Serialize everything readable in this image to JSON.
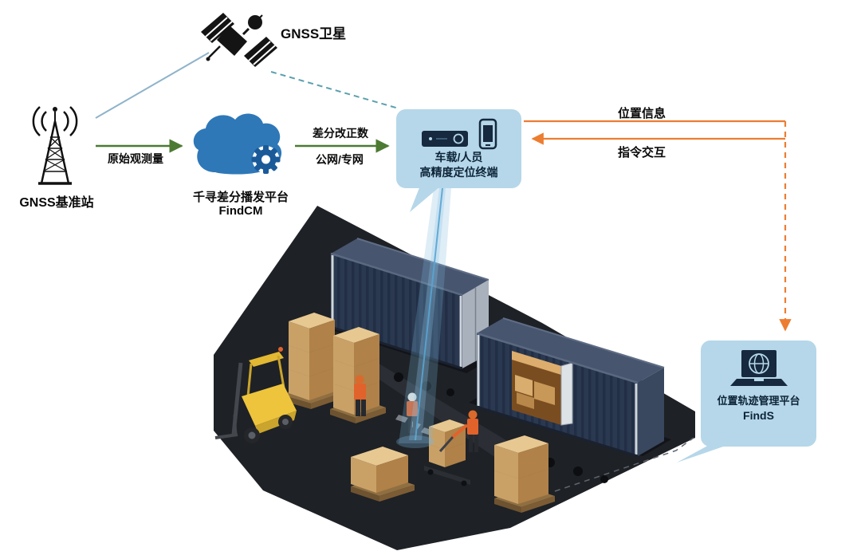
{
  "diagram": {
    "satellite": {
      "label": "GNSS卫星"
    },
    "base_station": {
      "label": "GNSS基准站"
    },
    "cloud_platform": {
      "title": "千寻差分播发平台",
      "subtitle": "FindCM"
    },
    "flows": {
      "raw_observation": "原始观测量",
      "correction_data": "差分改正数",
      "network": "公网/专网",
      "position_info": "位置信息",
      "command_interaction": "指令交互"
    },
    "terminal_panel": {
      "line1": "车载/人员",
      "line2": "高精度定位终端"
    },
    "management_panel": {
      "title": "位置轨迹管理平台",
      "subtitle": "FindS"
    }
  },
  "icons": {
    "satellite": "satellite-icon",
    "base_station": "radio-tower-icon",
    "cloud": "cloud-gear-icon",
    "receiver": "receiver-box-icon",
    "phone": "smartphone-icon",
    "laptop": "laptop-globe-icon"
  },
  "colors": {
    "flow_green": "#4c7a33",
    "flow_orange": "#ed7d31",
    "panel_blue": "#b5d7e9",
    "panel_text": "#0d2337",
    "cloud_blue": "#2e78b8",
    "satellite_link_solid": "#8fb3cb",
    "satellite_link_dashed": "#5aa0ae",
    "beam_blue": "#58a5d3",
    "scene_ground": "#1e2126",
    "container_navy": "#2b3950",
    "carton_tan": "#d8b077",
    "forklift_yellow": "#eec43d"
  }
}
